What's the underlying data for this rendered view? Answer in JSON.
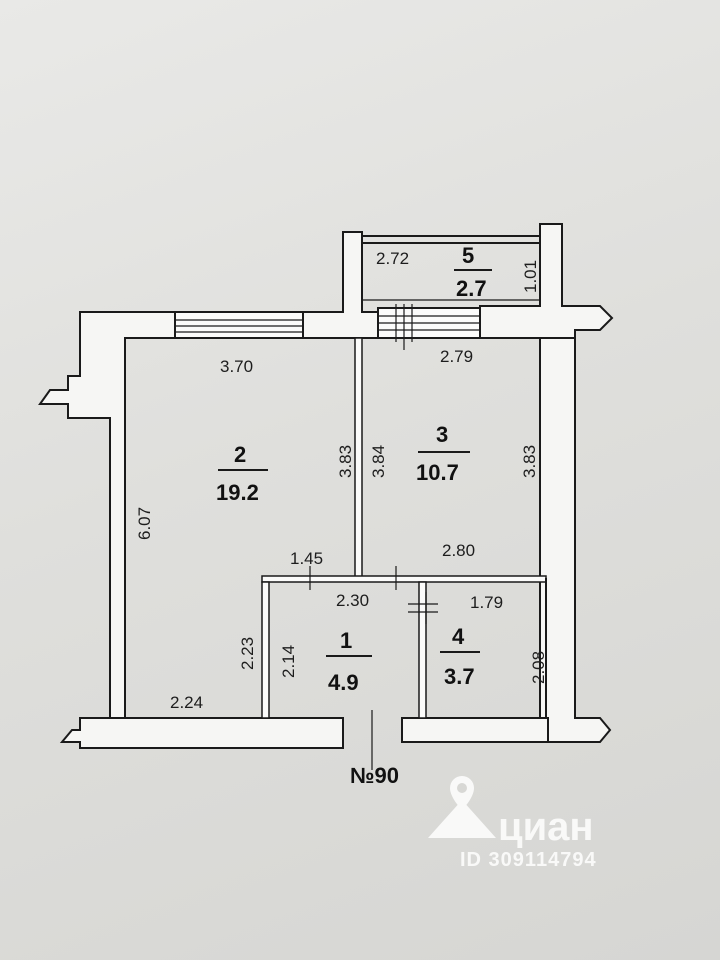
{
  "plan": {
    "apartment_label": "№90",
    "rooms": [
      {
        "number": "1",
        "area": "4.9"
      },
      {
        "number": "2",
        "area": "19.2"
      },
      {
        "number": "3",
        "area": "10.7"
      },
      {
        "number": "4",
        "area": "3.7"
      },
      {
        "number": "5",
        "area": "2.7"
      }
    ],
    "dimensions": {
      "balcony_width": "2.72",
      "balcony_depth": "1.01",
      "room2_top": "3.70",
      "room2_height": "6.07",
      "room2_right_wall": "3.83",
      "room2_lower_width": "2.24",
      "room2_lower_height": "2.23",
      "room3_left": "3.84",
      "room3_top": "2.79",
      "room3_right": "3.83",
      "room3_bottom": "2.80",
      "hall_top": "1.45",
      "room1_top": "2.30",
      "room1_height": "2.14",
      "room4_top": "1.79",
      "room4_height": "2.08"
    }
  },
  "watermark": {
    "brand": "циан",
    "listing_id": "ID 309114794",
    "icon": "location-pin-icon"
  }
}
